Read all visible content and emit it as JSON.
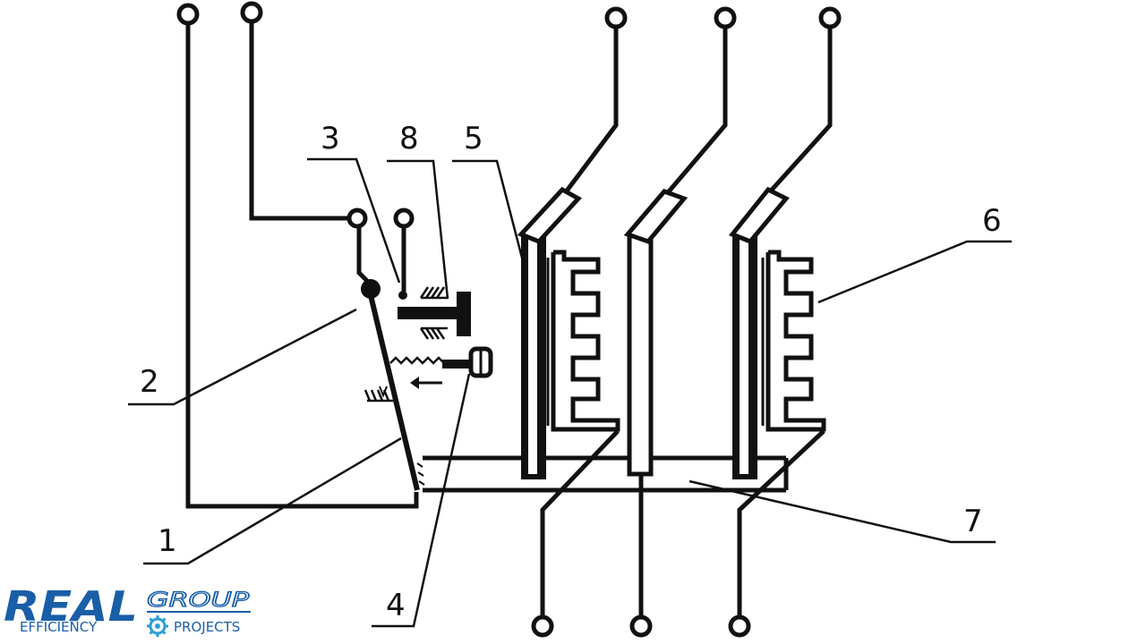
{
  "diagram": {
    "labels": [
      "1",
      "2",
      "3",
      "4",
      "5",
      "6",
      "7",
      "8"
    ]
  },
  "logo": {
    "brand_big": "REAL",
    "brand_small": "GROUP",
    "word1": "EFFICIENCY",
    "word2": "PROJECTS",
    "color": "#1a5ea8",
    "gear_color": "#2a9fd6"
  },
  "colors": {
    "ink": "#111111",
    "background": "#ffffff"
  }
}
